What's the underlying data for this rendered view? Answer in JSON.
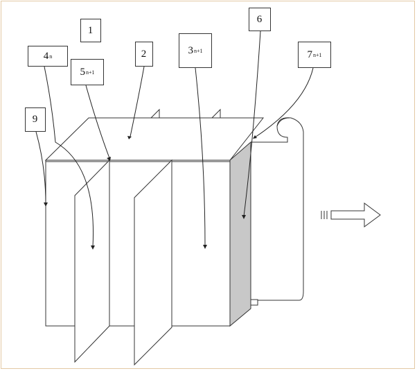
{
  "callouts": [
    {
      "id": "1",
      "main": "1",
      "sub": ""
    },
    {
      "id": "2",
      "main": "2",
      "sub": ""
    },
    {
      "id": "3",
      "main": "3",
      "sub": "n+1"
    },
    {
      "id": "4",
      "main": "4",
      "sub": "n"
    },
    {
      "id": "5",
      "main": "5",
      "sub": "n+1"
    },
    {
      "id": "6",
      "main": "6",
      "sub": ""
    },
    {
      "id": "7",
      "main": "7",
      "sub": "n+1"
    },
    {
      "id": "9",
      "main": "9",
      "sub": ""
    }
  ],
  "colors": {
    "stroke": "#333333",
    "side_shade": "#c8c8c8",
    "frame_border": "#e3c9a4"
  },
  "icons": [
    "direction-arrow-icon"
  ]
}
